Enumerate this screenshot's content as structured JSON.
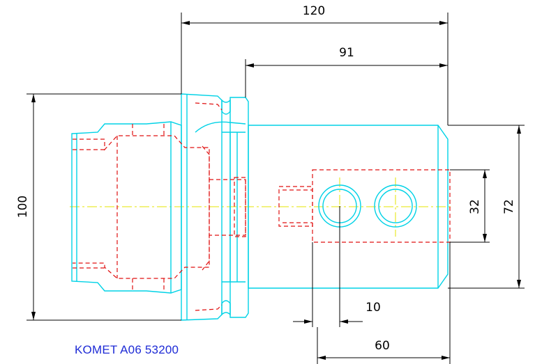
{
  "drawing": {
    "caption": "KOMET A06 53200",
    "colors": {
      "outline": "#00d2e6",
      "hidden": "#e01010",
      "center": "#e6e600",
      "dimension": "#000000",
      "caption": "#1e2bd6"
    },
    "dimensions": {
      "overall_length": "120",
      "body_length": "91",
      "flange_diameter": "100",
      "body_height": "72",
      "slot_height": "32",
      "hole_offset": "10",
      "slot_length": "60"
    }
  }
}
